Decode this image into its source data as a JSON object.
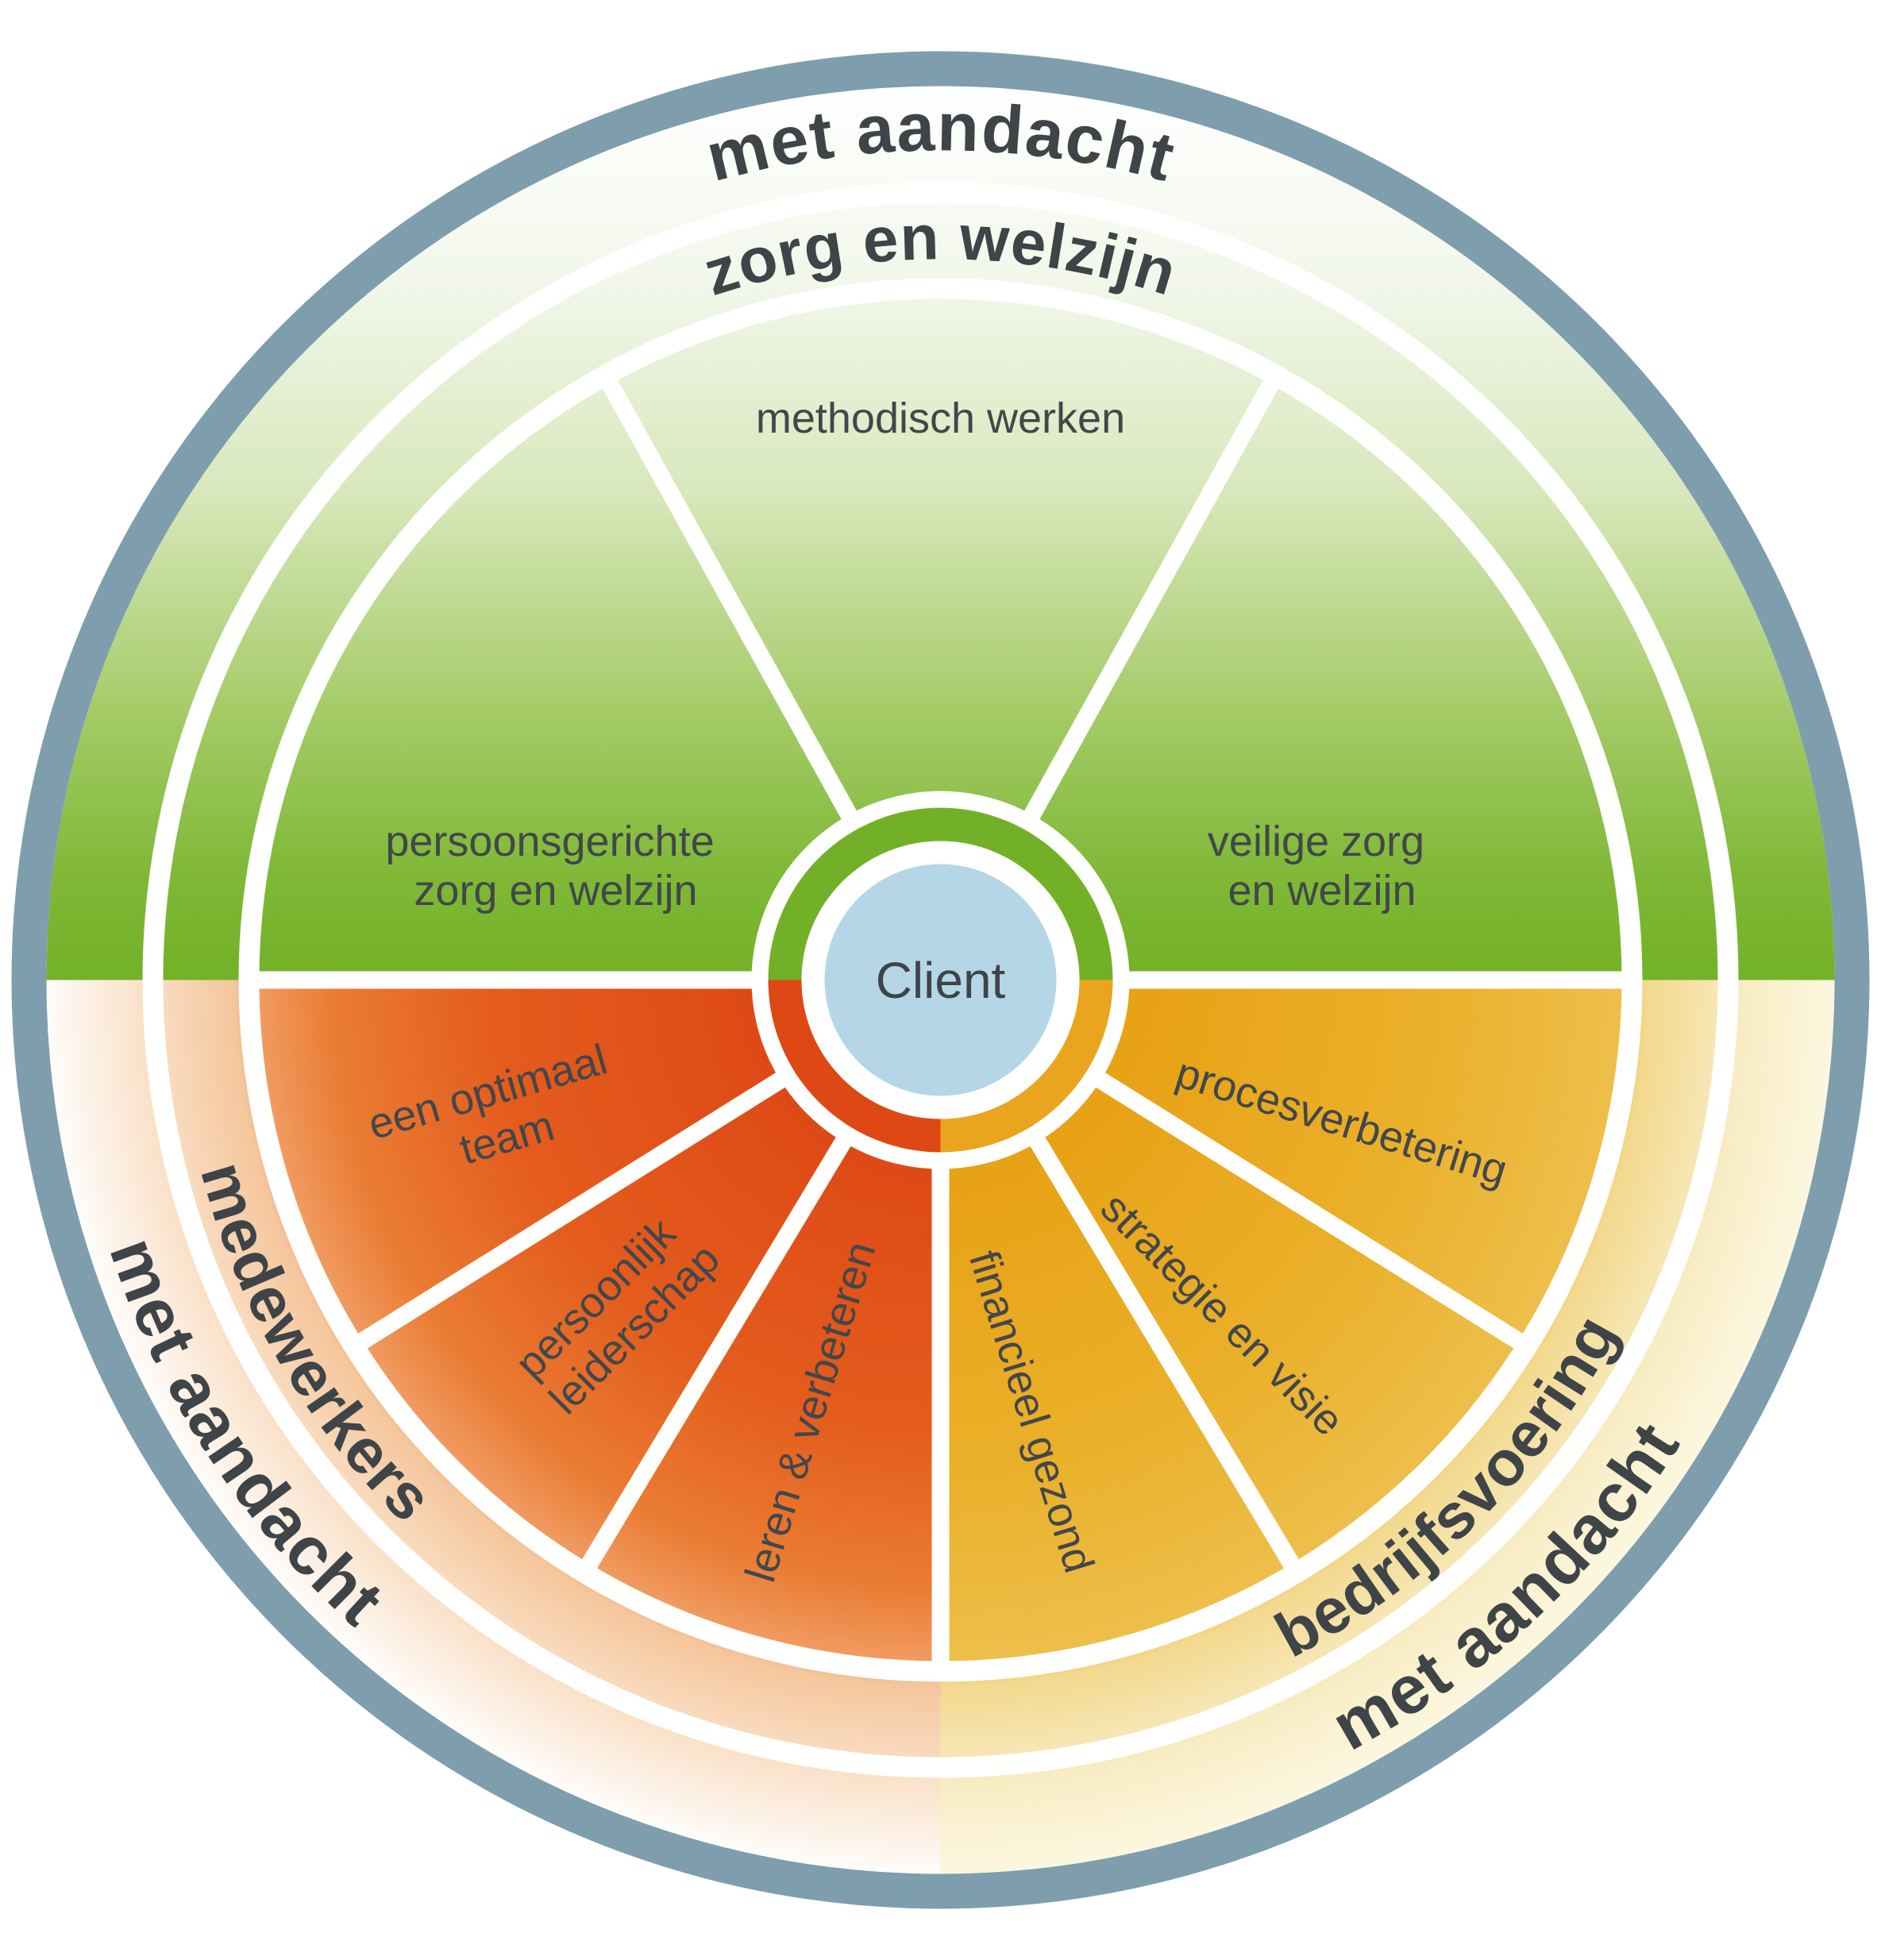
{
  "wheel": {
    "center_label": "Client",
    "outer_ring": {
      "top": "met aandacht",
      "bottom_left": "met aandacht",
      "bottom_right": "met aandacht"
    },
    "domain_ring": {
      "top": "zorg en welzijn",
      "bottom_left": "medewerkers",
      "bottom_right": "bedrijfsvoering"
    },
    "sectors": {
      "zorg": {
        "persoonsgericht": {
          "line1": "persoonsgerichte",
          "line2": "zorg en welzijn"
        },
        "methodisch": "methodisch werken",
        "veilig": {
          "line1": "veilige zorg",
          "line2": "en welzijn"
        }
      },
      "medewerkers": {
        "team": {
          "line1": "een optimaal",
          "line2": "team"
        },
        "leiderschap": {
          "line1": "persoonlijk",
          "line2": "leiderschap"
        },
        "leren": "leren & verbeteren"
      },
      "bedrijfsvoering": {
        "financieel": "financieel gezond",
        "strategie": "strategie en visie",
        "proces": "procesverbetering"
      }
    },
    "colors": {
      "frame": "#7e9ead",
      "green": "#72b127",
      "orange": "#de4814",
      "gold": "#e8a51d",
      "center_blue": "#b5d6e6",
      "text": "#3e4448"
    }
  }
}
